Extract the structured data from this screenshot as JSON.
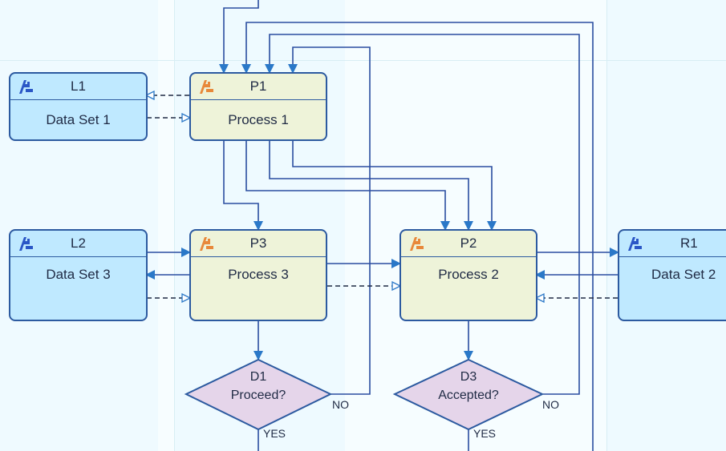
{
  "nodes": {
    "l1": {
      "id": "L1",
      "label": "Data Set 1"
    },
    "l2": {
      "id": "L2",
      "label": "Data Set 3"
    },
    "p1": {
      "id": "P1",
      "label": "Process 1"
    },
    "p3": {
      "id": "P3",
      "label": "Process 3"
    },
    "p2": {
      "id": "P2",
      "label": "Process 2"
    },
    "r1": {
      "id": "R1",
      "label": "Data Set 2"
    }
  },
  "decisions": {
    "d1": {
      "id": "D1",
      "label": "Proceed?",
      "no": "NO",
      "yes": "YES"
    },
    "d3": {
      "id": "D3",
      "label": "Accepted?",
      "no": "NO",
      "yes": "YES"
    }
  },
  "icons": {
    "datastore": "datastore-icon",
    "process": "process-icon"
  },
  "colors": {
    "line": "#2a4da0",
    "arrow": "#2a78c8",
    "datastore_fill": "#bfe9ff",
    "process_fill": "#eef3d9",
    "decision_fill": "#e5d5ea",
    "border": "#2c5aa0",
    "icon_datastore": "#2a56c6",
    "icon_process": "#e8883a"
  }
}
